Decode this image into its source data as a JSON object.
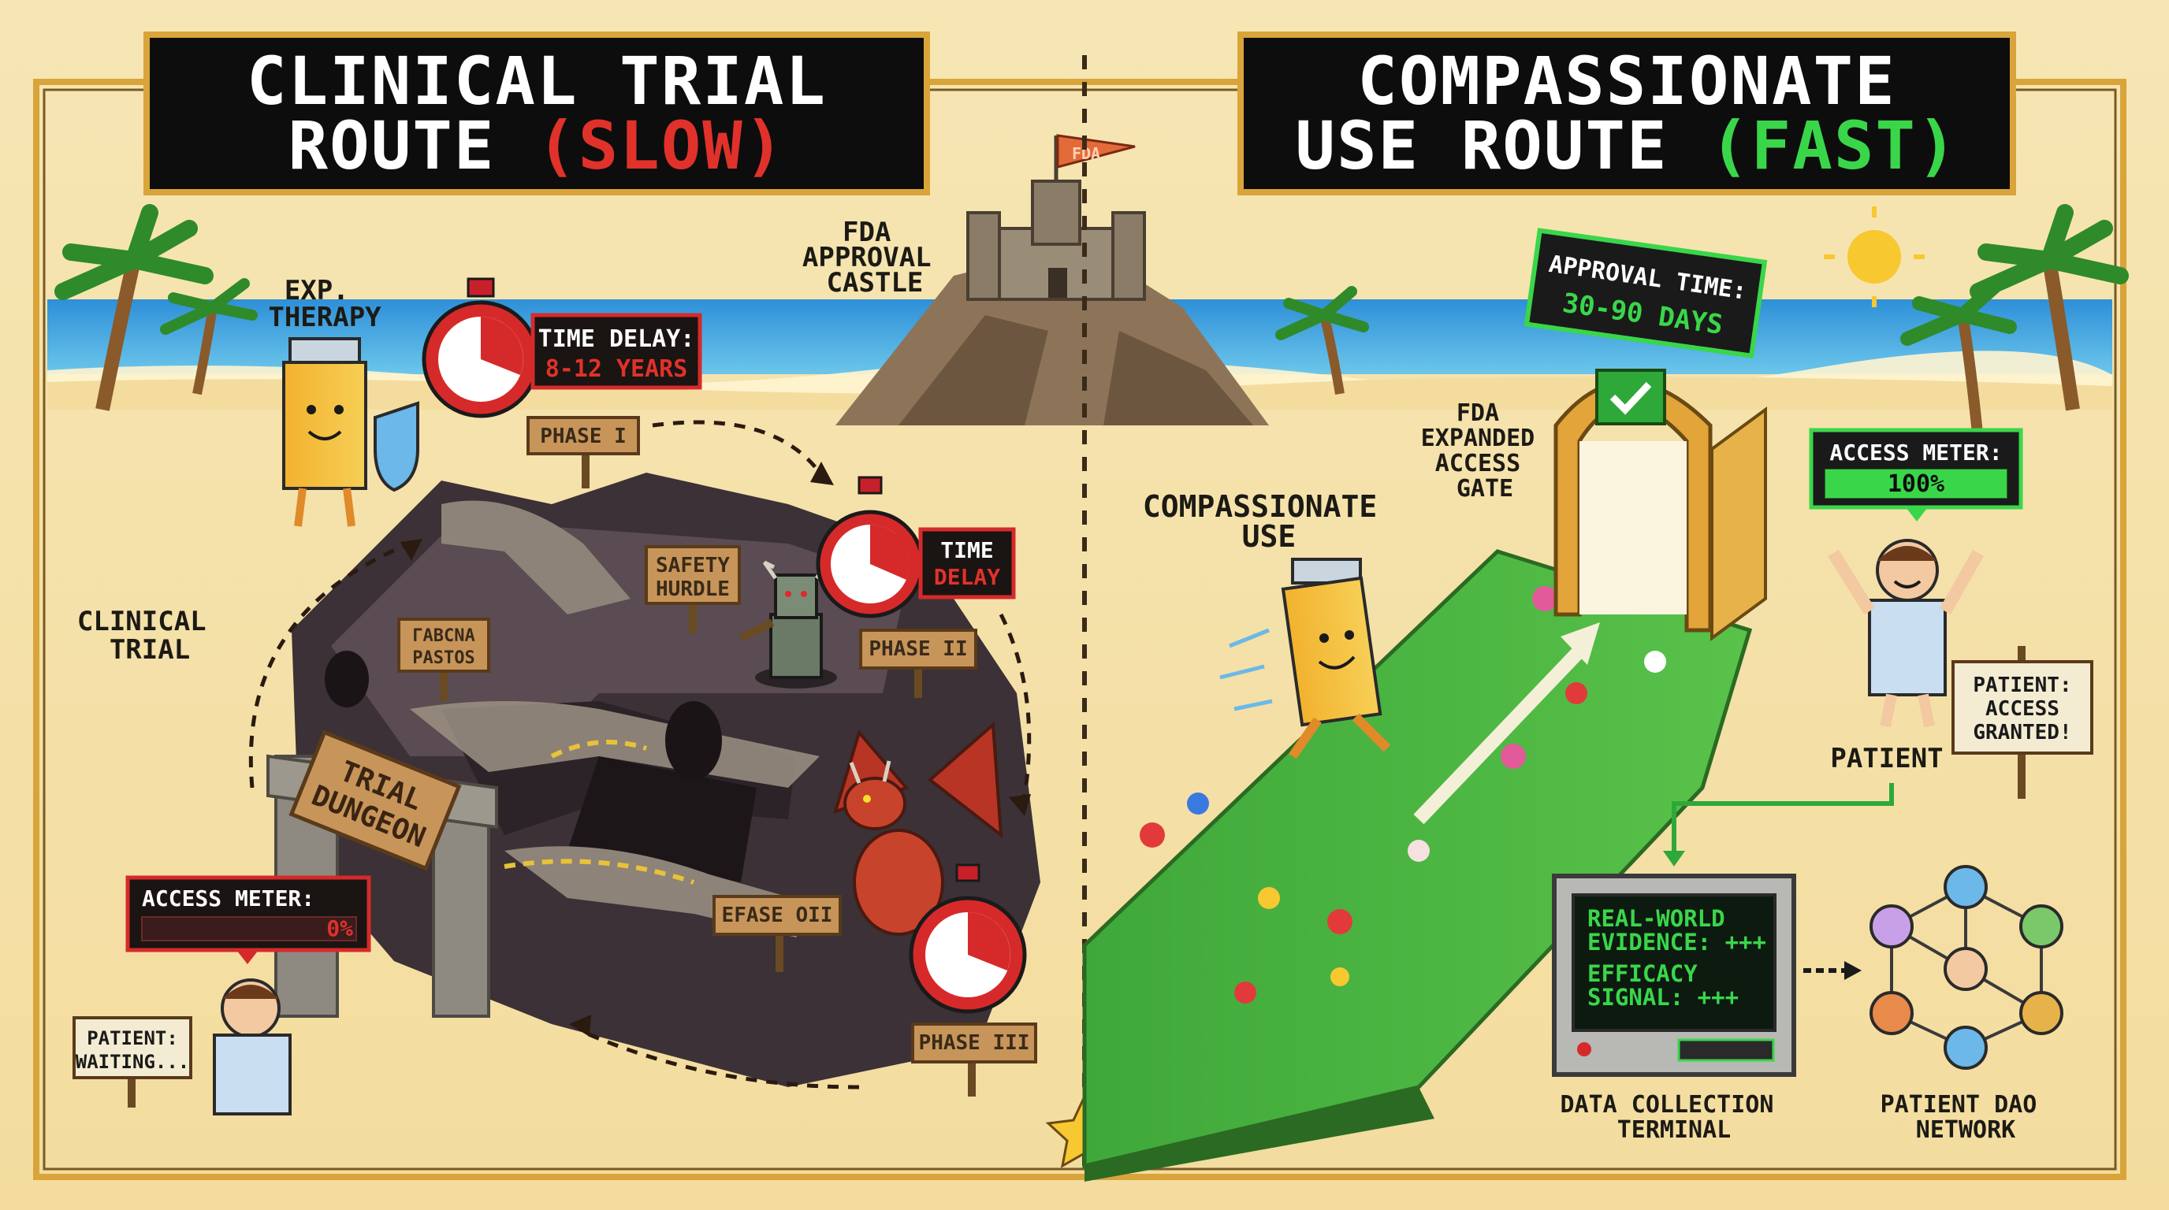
{
  "left_panel": {
    "title_line1": "CLINICAL TRIAL",
    "title_line2": "ROUTE",
    "title_speed": "(SLOW)",
    "exp_therapy": [
      "EXP.",
      "THERAPY"
    ],
    "time_delay_label": "TIME DELAY:",
    "time_delay_value": "8-12 YEARS",
    "phase1": "PHASE I",
    "safety_hurdle": [
      "SAFETY",
      "HURDLE"
    ],
    "time_delay_short": [
      "TIME",
      "DELAY"
    ],
    "garbled_sign": [
      "ΓΑΒCΝΑ",
      "PASTOS"
    ],
    "phase2": "PHASE II",
    "clinical_trial": [
      "CLINICAL",
      "TRIAL"
    ],
    "dungeon_sign": [
      "TRIAL",
      "DUNGEON"
    ],
    "efase_sign": "EFASE OII",
    "access_meter_label": "ACCESS METER:",
    "access_meter_value": "0%",
    "access_meter_fraction": 0,
    "phase3": "PHASE III",
    "patient_sign": [
      "PATIENT:",
      "WAITING..."
    ]
  },
  "center": {
    "castle_flag": "FDA",
    "castle_label": [
      "FDA",
      "APPROVAL",
      "CASTLE"
    ]
  },
  "right_panel": {
    "title_line1": "COMPASSIONATE",
    "title_line2": "USE ROUTE",
    "title_speed": "(FAST)",
    "approval_label": "APPROVAL TIME:",
    "approval_value": "30-90 DAYS",
    "gate_label": [
      "FDA",
      "EXPANDED",
      "ACCESS",
      "GATE"
    ],
    "compassionate_use": [
      "COMPASSIONATE",
      "USE"
    ],
    "access_meter_label": "ACCESS METER:",
    "access_meter_value": "100%",
    "access_meter_fraction": 1,
    "patient_sign": [
      "PATIENT:",
      "ACCESS",
      "GRANTED!"
    ],
    "patient_label": "PATIENT",
    "terminal_lines": [
      "REAL-WORLD",
      "EVIDENCE: +++",
      "EFFICACY",
      "SIGNAL: +++"
    ],
    "terminal_label": [
      "DATA COLLECTION",
      "TERMINAL"
    ],
    "network_label": [
      "PATIENT DAO",
      "NETWORK"
    ]
  },
  "colors": {
    "slow_red": "#e0322a",
    "fast_green": "#3ad64a",
    "frame_gold": "#d9a43a",
    "sand": "#f3dc9e"
  }
}
